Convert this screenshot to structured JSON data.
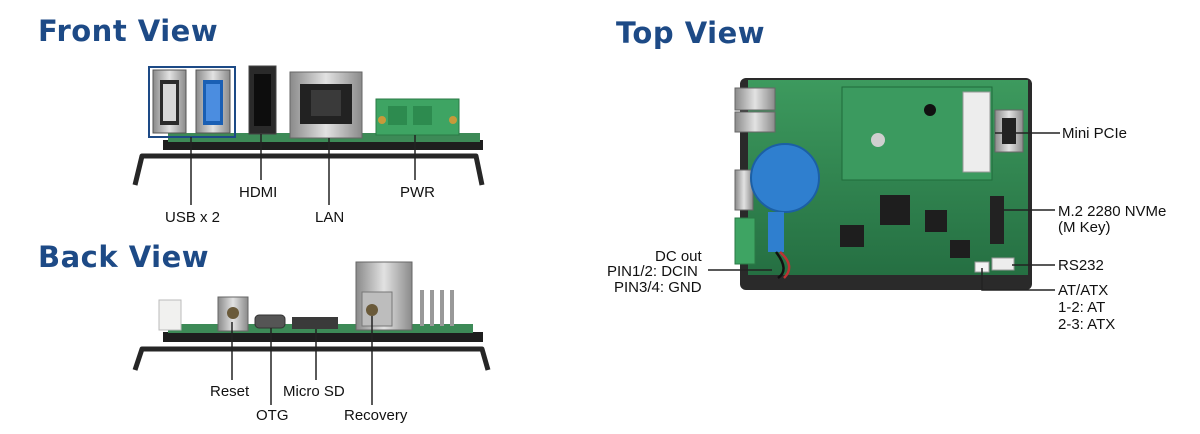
{
  "front_view": {
    "title": "Front View",
    "labels": {
      "usb": "USB x 2",
      "hdmi": "HDMI",
      "lan": "LAN",
      "pwr": "PWR"
    }
  },
  "back_view": {
    "title": "Back View",
    "labels": {
      "reset": "Reset",
      "otg": "OTG",
      "micro_sd": "Micro SD",
      "recovery": "Recovery"
    }
  },
  "top_view": {
    "title": "Top View",
    "labels_right": {
      "mini_pcie": "Mini PCIe",
      "m2_line1": "M.2 2280 NVMe",
      "m2_line2": "(M Key)",
      "rs232": "RS232",
      "atatx_line1": "AT/ATX",
      "atatx_line2": "1-2: AT",
      "atatx_line3": "2-3: ATX"
    },
    "labels_left": {
      "dc_line1": "DC out",
      "dc_line2": "PIN1/2: DCIN",
      "dc_line3": "PIN3/4: GND"
    }
  },
  "colors": {
    "heading": "#1d4a86",
    "pcb": "#2f8a52",
    "chassis": "#262626",
    "callout_box": "#1d4a86"
  }
}
